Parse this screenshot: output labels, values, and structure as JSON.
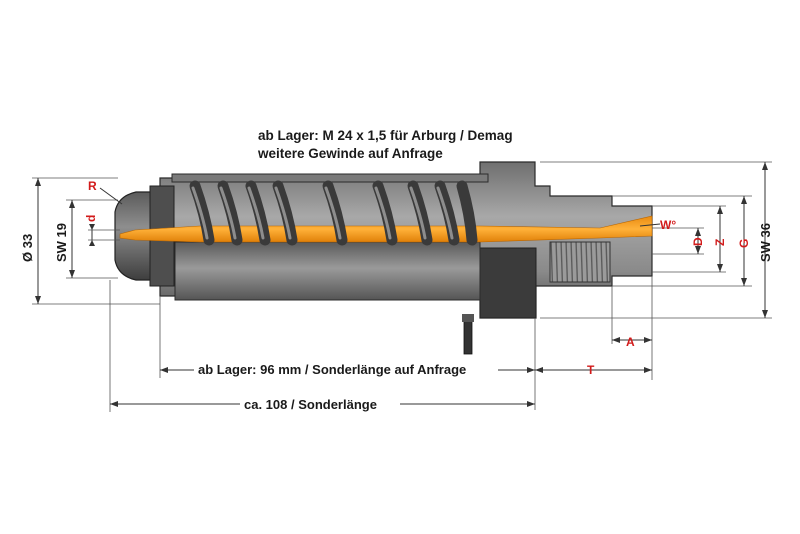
{
  "header": {
    "line1": "ab Lager: M 24 x 1,5 für Arburg / Demag",
    "line2": "weitere Gewinde auf Anfrage"
  },
  "dimensions": {
    "dia_33": "Ø 33",
    "sw_19": "SW 19",
    "sw_36": "SW 36",
    "radius": "R",
    "small_d": "d",
    "angle_w": "W°",
    "D": "D",
    "Z": "Z",
    "G": "G",
    "A": "A",
    "T": "T",
    "length_96": "ab Lager: 96 mm  / Sonderlänge auf Anfrage",
    "length_108": "ca. 108 / Sonderlänge"
  },
  "colors": {
    "body": "#8c8c8c",
    "body_dark": "#3a3a3a",
    "flow_channel": "#f4a11f",
    "spring": "#4a4a4a",
    "label_red": "#d21a1a"
  }
}
